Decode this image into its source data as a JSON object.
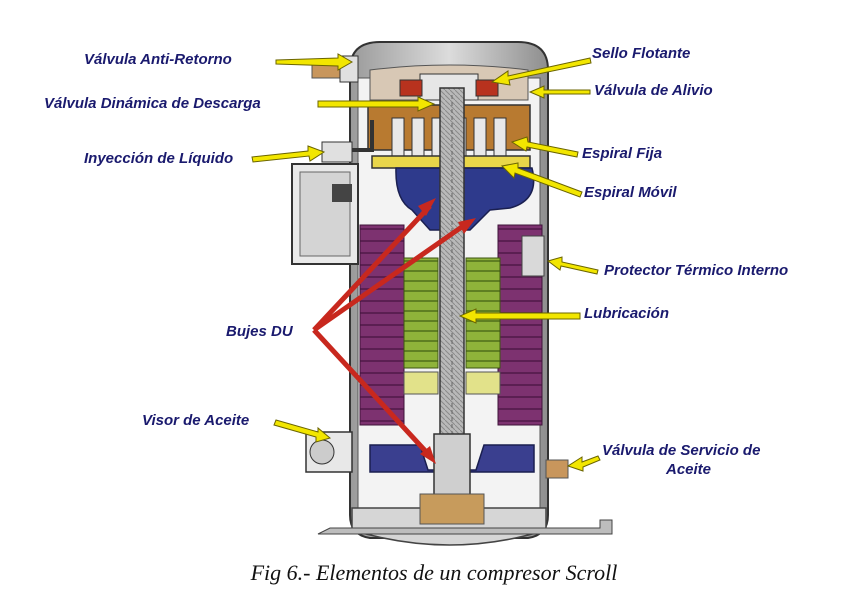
{
  "labels": {
    "valvula_anti_retorno": "Válvula Anti-Retorno",
    "valvula_dinamica_descarga": "Válvula Dinámica de Descarga",
    "inyeccion_liquido": "Inyección de Líquido",
    "sello_flotante": "Sello Flotante",
    "valvula_alivio": "Válvula de Alivio",
    "espiral_fija": "Espiral Fija",
    "espiral_movil": "Espiral Móvil",
    "protector_termico": "Protector Térmico  Interno",
    "lubricacion": "Lubricación",
    "bujes_du": "Bujes DU",
    "visor_aceite": "Visor de Aceite",
    "valvula_servicio_l1": "Válvula de Servicio de",
    "valvula_servicio_l2": "Aceite"
  },
  "caption": "Fig 6.- Elementos de un compresor Scroll",
  "colors": {
    "label_text": "#1a1a6e",
    "pointer_fill": "#f2e600",
    "bujes_arrow": "#c8281e",
    "stator": "#7d3270",
    "rotor": "#8fb33a",
    "fixed_scroll": "#b87a30",
    "orbiting_scroll": "#e9d64a",
    "frame": "#2e3a8c",
    "shell": "#c9c9c9"
  }
}
